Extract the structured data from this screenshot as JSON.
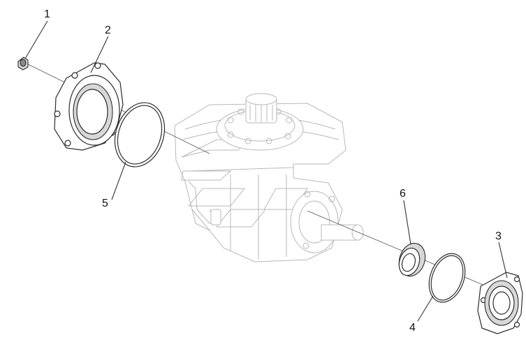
{
  "callouts": [
    {
      "id": "1",
      "label": "1"
    },
    {
      "id": "2",
      "label": "2"
    },
    {
      "id": "3",
      "label": "3"
    },
    {
      "id": "4",
      "label": "4"
    },
    {
      "id": "5",
      "label": "5"
    },
    {
      "id": "6",
      "label": "6"
    }
  ],
  "colors": {
    "line": "#333333",
    "ghost": "#b8b8b8",
    "background": "#ffffff"
  }
}
